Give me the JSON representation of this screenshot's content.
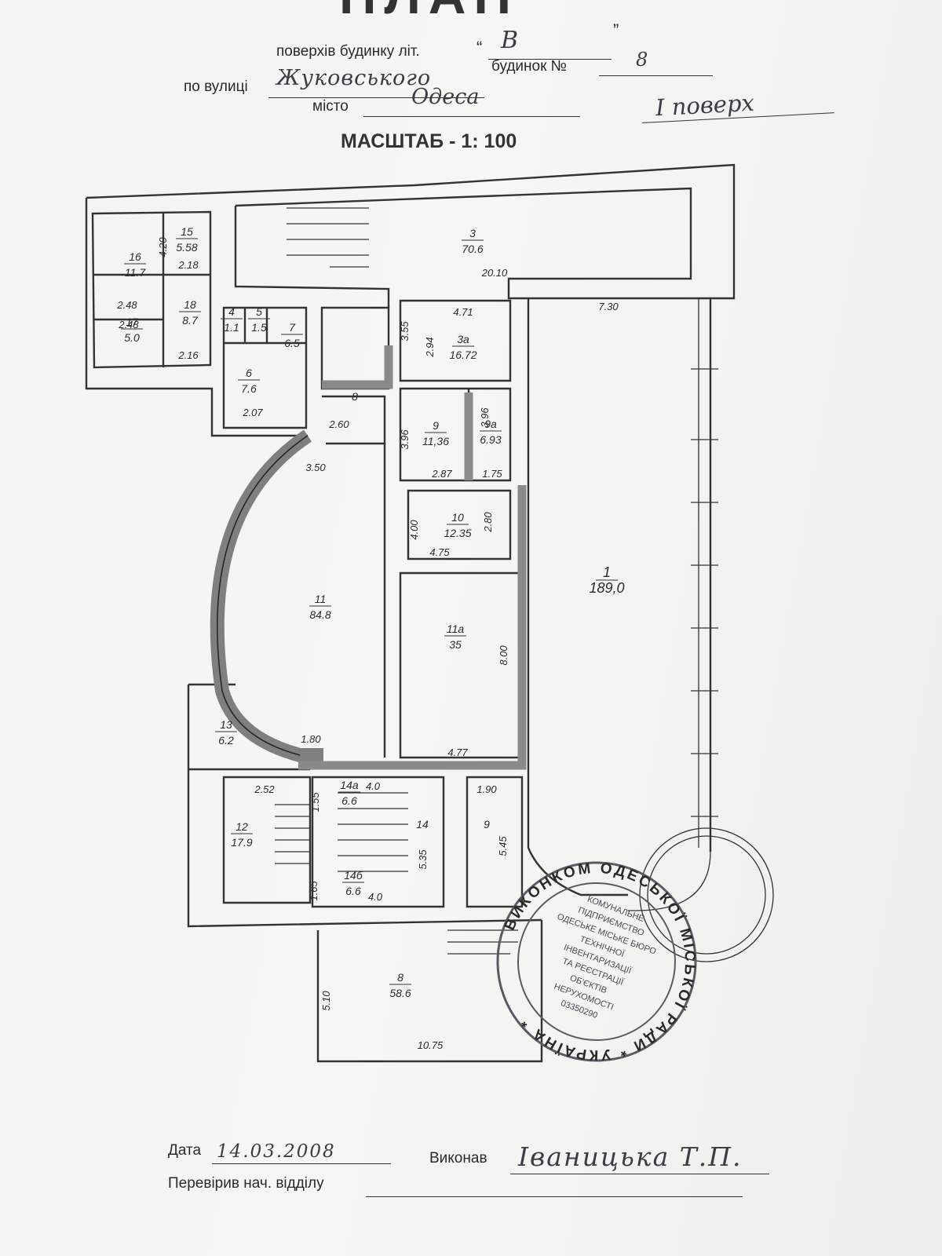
{
  "header": {
    "title_partial": "ПЛАН",
    "floors_label": "поверхів будинку літ.",
    "quote_open": "“",
    "quote_close": "”",
    "letter": "В",
    "street_label": "по вулиці",
    "street": "Жуковського",
    "house_label": "будинок №",
    "house_no": "8",
    "city_label": "місто",
    "city": "Одеса",
    "floor": "I поверх",
    "scale": "МАСШТАБ - 1: 100"
  },
  "rooms": [
    {
      "num": "1",
      "area": "189,0"
    },
    {
      "num": "3",
      "area": "70.6"
    },
    {
      "num": "3а",
      "area": "16.72"
    },
    {
      "num": "4",
      "area": "1.1"
    },
    {
      "num": "5",
      "area": "1.5"
    },
    {
      "num": "6",
      "area": "7.6"
    },
    {
      "num": "7",
      "area": "6.5"
    },
    {
      "num": "8",
      "area": ""
    },
    {
      "num": "9",
      "area": "11,36"
    },
    {
      "num": "9а",
      "area": "6.93"
    },
    {
      "num": "10",
      "area": "12.35"
    },
    {
      "num": "11",
      "area": "84.8"
    },
    {
      "num": "11а",
      "area": "35"
    },
    {
      "num": "12",
      "area": "17.9"
    },
    {
      "num": "13",
      "area": "6.2"
    },
    {
      "num": "14",
      "area": ""
    },
    {
      "num": "14а",
      "area": "6.6"
    },
    {
      "num": "14б",
      "area": "6.6"
    },
    {
      "num": "15",
      "area": "5.58"
    },
    {
      "num": "16",
      "area": "11.7"
    },
    {
      "num": "17",
      "area": "5.0"
    },
    {
      "num": "18",
      "area": "8.7"
    },
    {
      "num": "8",
      "area": "58.6"
    },
    {
      "num": "9",
      "area": ""
    }
  ],
  "dimensions": [
    "20.10",
    "7.30",
    "4.71",
    "3.55",
    "2.94",
    "3.96",
    "3.96",
    "2.87",
    "1.75",
    "2.60",
    "3.50",
    "4.00",
    "2.80",
    "4.75",
    "8.00",
    "4.77",
    "1.80",
    "2.52",
    "4.0",
    "1.55",
    "5.35",
    "1.65",
    "4.0",
    "1.90",
    "5.45",
    "5.10",
    "10.75",
    "2.07",
    "2.16",
    "2.18",
    "2.48",
    "2.48",
    "4.20"
  ],
  "stamp": {
    "outer": "ВИКОНКОМ ОДЕСЬКОЇ МІСЬКОЇ РАДИ * УКРАЇНА *",
    "lines": [
      "КОМУНАЛЬНЕ",
      "ПІДПРИЄМСТВО",
      "ОДЕСЬКЕ МІСЬКЕ БЮРО",
      "ТЕХНІЧНОЇ",
      "ІНВЕНТАРИЗАЦІЇ",
      "ТА РЕЄСТРАЦІЇ",
      "ОБ'ЄКТІВ",
      "НЕРУХОМОСТІ",
      "03350290"
    ]
  },
  "footer": {
    "date_label": "Дата",
    "date": "14.03.2008",
    "executed_label": "Виконав",
    "executor": "Іваницька Т.П.",
    "checked_label": "Перевірив нач. відділу",
    "checked_value": ""
  }
}
